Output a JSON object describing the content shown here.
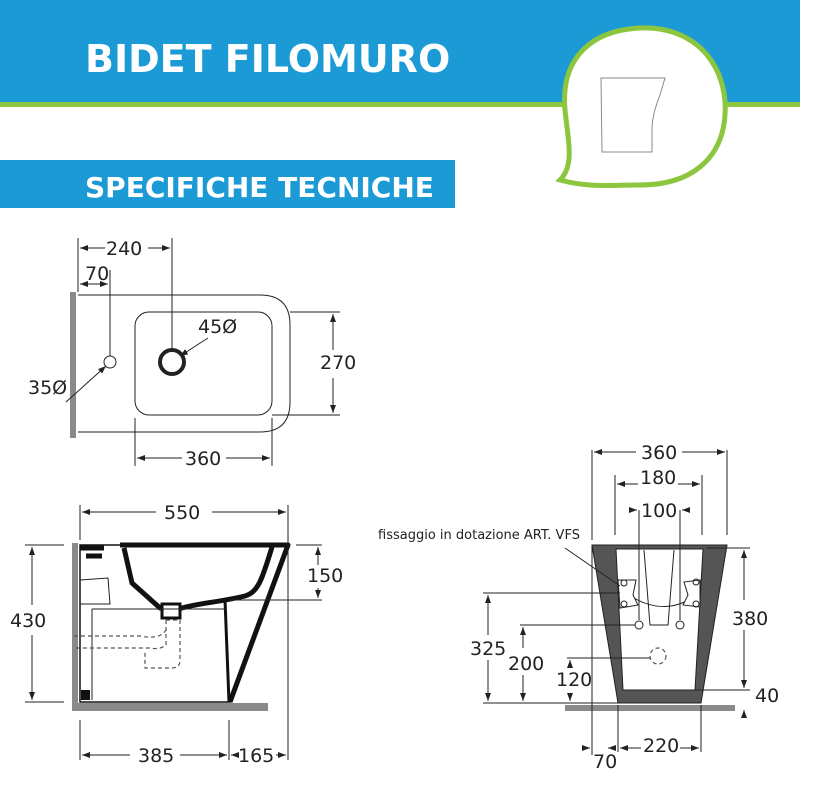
{
  "header": {
    "title": "BIDET FILOMURO",
    "subtitle": "SPECIFICHE TECNICHE",
    "colors": {
      "blue": "#1b9ad6",
      "green": "#8cc63f",
      "wall": "#8a8a8a",
      "ceramic_section": "#555555"
    }
  },
  "top_view": {
    "dim_240": "240",
    "dim_70": "70",
    "dim_270": "270",
    "dim_360": "360",
    "hole_35": "35Ø",
    "hole_45": "45Ø"
  },
  "side_view": {
    "dim_550": "550",
    "dim_430": "430",
    "dim_150": "150",
    "dim_385": "385",
    "dim_165": "165"
  },
  "front_view": {
    "dim_360": "360",
    "dim_180": "180",
    "dim_100": "100",
    "fixing_note": "fissaggio in dotazione ART. VFS",
    "dim_380": "380",
    "dim_325": "325",
    "dim_200": "200",
    "dim_120": "120",
    "dim_40": "40",
    "dim_220": "220",
    "dim_70": "70"
  }
}
